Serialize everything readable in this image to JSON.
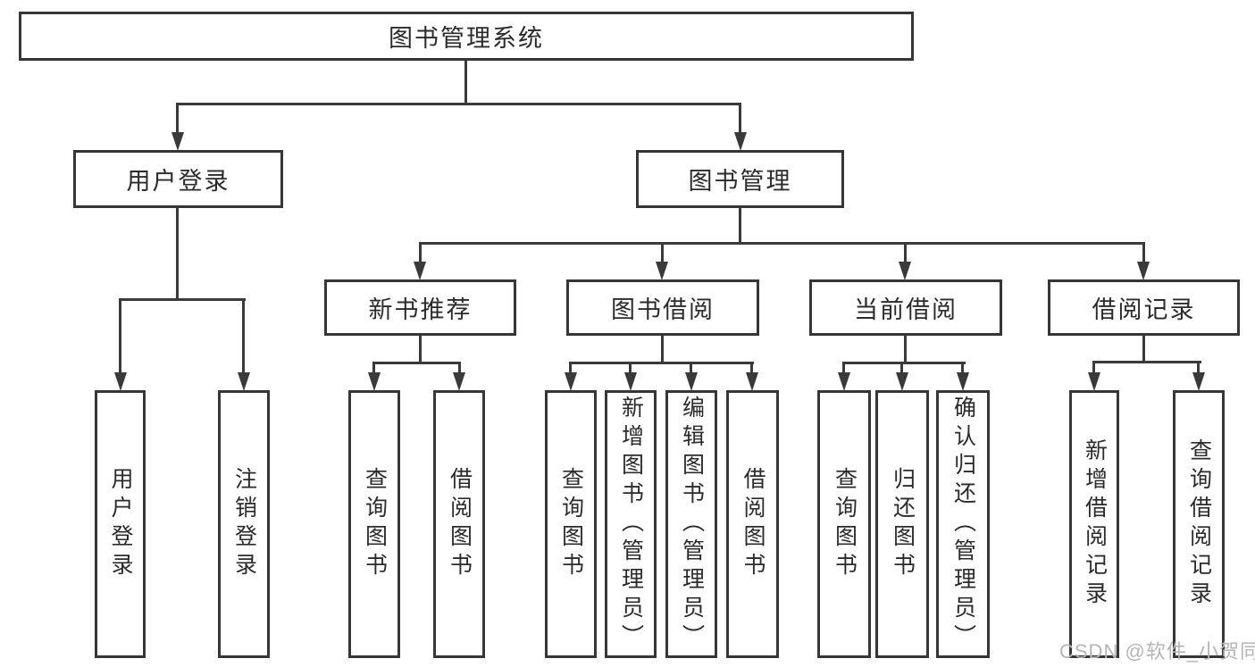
{
  "diagram_type": "tree",
  "colors": {
    "line": "#3a3a3a",
    "box_border": "#363636",
    "text": "#2b2b2b",
    "watermark_text": "#b5b5b5",
    "background": "#ffffff"
  },
  "nodes": {
    "root": {
      "label": "图书管理系统"
    },
    "l2": [
      {
        "label": "用户登录"
      },
      {
        "label": "图书管理"
      }
    ],
    "l3": [
      {
        "label": "新书推荐"
      },
      {
        "label": "图书借阅"
      },
      {
        "label": "当前借阅"
      },
      {
        "label": "借阅记录"
      }
    ],
    "leaves": [
      {
        "label": "用户登录"
      },
      {
        "label": "注销登录"
      },
      {
        "label": "查询图书"
      },
      {
        "label": "借阅图书"
      },
      {
        "label": "查询图书"
      },
      {
        "label": "新增图书（管理员）"
      },
      {
        "label": "编辑图书（管理员）"
      },
      {
        "label": "借阅图书"
      },
      {
        "label": "查询图书"
      },
      {
        "label": "归还图书"
      },
      {
        "label": "确认归还（管理员）"
      },
      {
        "label": "新增借阅记录"
      },
      {
        "label": "查询借阅记录"
      }
    ]
  },
  "watermark": "CSDN @软件_小贺同学"
}
